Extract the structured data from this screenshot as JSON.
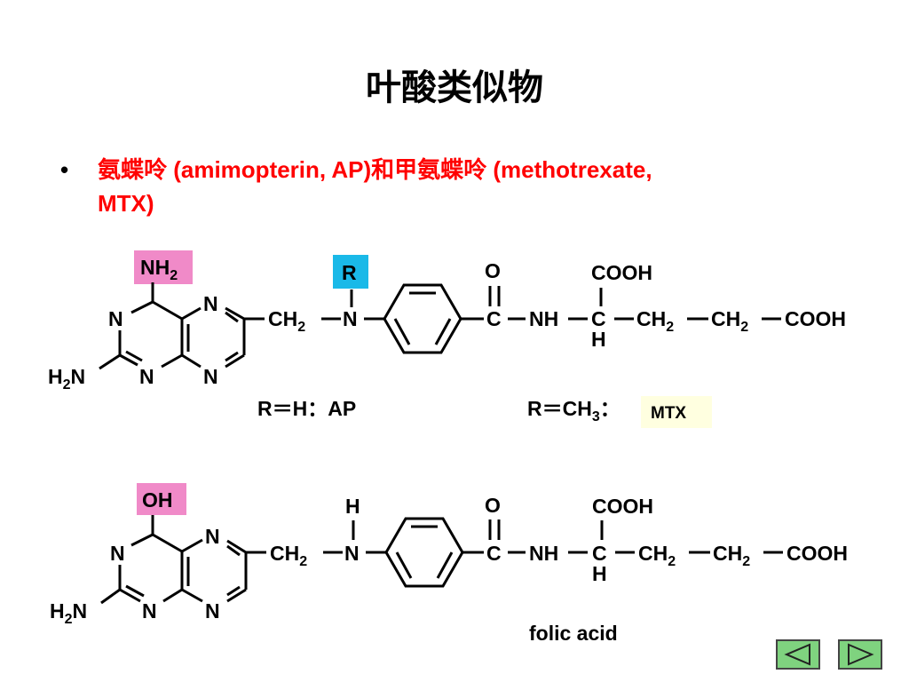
{
  "slide": {
    "title": "叶酸类似物",
    "bullet": "•",
    "bullet_line1": "氨蝶呤 (amimopterin, AP)和甲氨蝶呤 (methotrexate,",
    "bullet_line2": "MTX)"
  },
  "top_structure": {
    "nh2_label": "NH",
    "nh2_sub": "2",
    "r_label": "R",
    "ring_n1": "N",
    "ring_n2": "N",
    "ring_n3": "N",
    "ring_n4": "N",
    "h2n_label": "H",
    "h2n_sub": "2",
    "h2n_tail": "N",
    "ch2_label": "CH",
    "ch2_sub": "2",
    "n_label": "N",
    "o_label": "O",
    "c_label": "C",
    "nh_label": "NH",
    "c_alpha": "C",
    "h_alpha": "H",
    "cooh_top": "COOH",
    "ch2b_label": "CH",
    "ch2b_sub": "2",
    "ch2c_label": "CH",
    "ch2c_sub": "2",
    "cooh_end": "COOH",
    "ap_note": "R＝H：AP",
    "mtx_note_main": "R＝CH",
    "mtx_note_sub": "3",
    "mtx_note_colon": "：",
    "mtx_badge": "MTX"
  },
  "bottom_structure": {
    "oh_label": "OH",
    "h_on_n": "H",
    "ring_n1": "N",
    "ring_n2": "N",
    "ring_n3": "N",
    "ring_n4": "N",
    "h2n_label": "H",
    "h2n_sub": "2",
    "h2n_tail": "N",
    "ch2_label": "CH",
    "ch2_sub": "2",
    "n_label": "N",
    "o_label": "O",
    "c_label": "C",
    "nh_label": "NH",
    "c_alpha": "C",
    "h_alpha": "H",
    "cooh_top": "COOH",
    "ch2b_label": "CH",
    "ch2b_sub": "2",
    "ch2c_label": "CH",
    "ch2c_sub": "2",
    "cooh_end": "COOH",
    "caption": "folic acid"
  },
  "colors": {
    "highlight_pink": "#f08ac8",
    "highlight_cyan": "#1ab9e8",
    "highlight_cream": "#ffffe0",
    "bullet_red": "#ff0000",
    "nav_green": "#7fd37f"
  },
  "nav": {
    "prev_icon": "triangle-left-icon",
    "next_icon": "triangle-right-icon"
  }
}
